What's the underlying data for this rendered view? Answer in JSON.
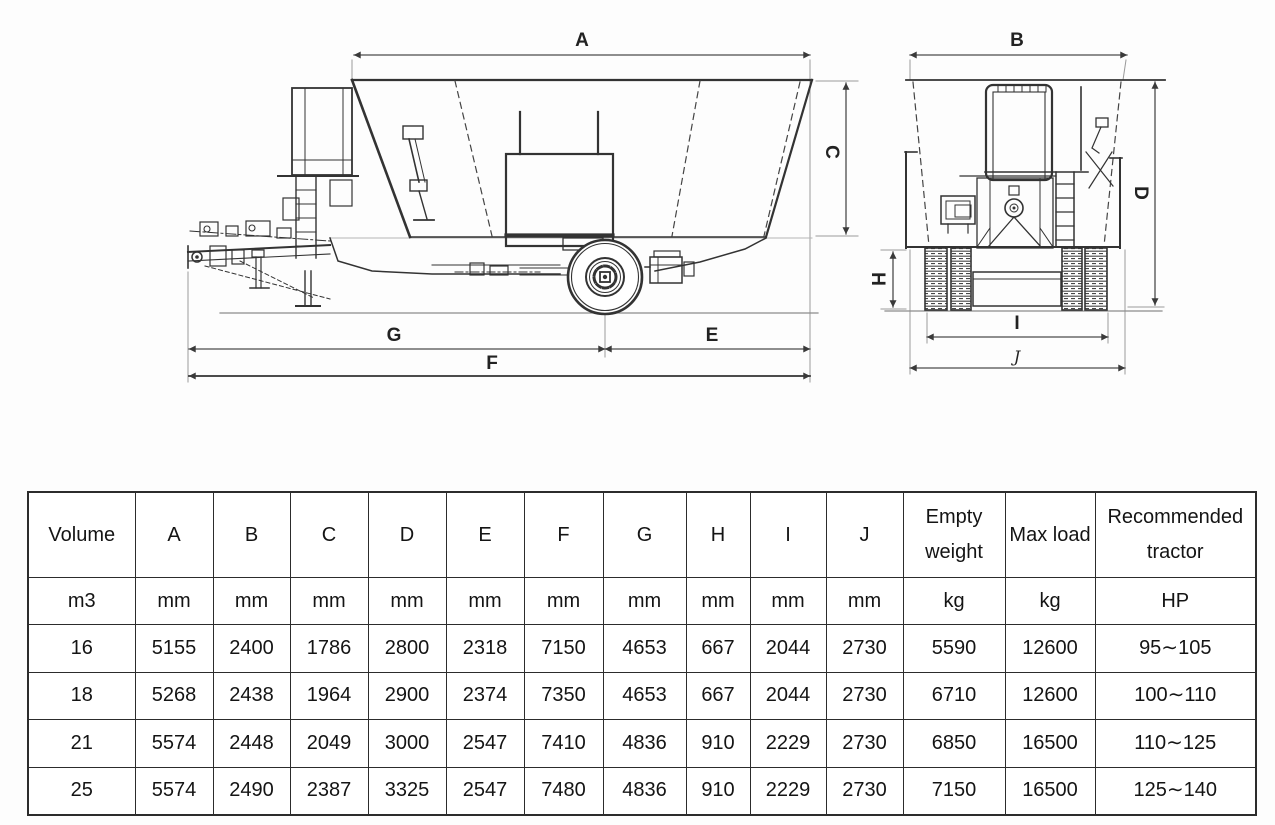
{
  "diagram": {
    "title": "vertical-feed-mixer-dimension-drawing",
    "labels": {
      "A": "A",
      "B": "B",
      "C": "C",
      "D": "D",
      "E": "E",
      "F": "F",
      "G": "G",
      "H": "H",
      "I": "I",
      "J": "J"
    }
  },
  "table": {
    "columns": [
      {
        "label": "Volume",
        "unit": "m3"
      },
      {
        "label": "A",
        "unit": "mm"
      },
      {
        "label": "B",
        "unit": "mm"
      },
      {
        "label": "C",
        "unit": "mm"
      },
      {
        "label": "D",
        "unit": "mm"
      },
      {
        "label": "E",
        "unit": "mm"
      },
      {
        "label": "F",
        "unit": "mm"
      },
      {
        "label": "G",
        "unit": "mm"
      },
      {
        "label": "H",
        "unit": "mm"
      },
      {
        "label": "I",
        "unit": "mm"
      },
      {
        "label": "J",
        "unit": "mm"
      },
      {
        "label": "Empty weight",
        "unit": "kg"
      },
      {
        "label": "Max load",
        "unit": "kg"
      },
      {
        "label": "Recommended tractor",
        "unit": "HP"
      }
    ],
    "rows": [
      [
        "16",
        "5155",
        "2400",
        "1786",
        "2800",
        "2318",
        "7150",
        "4653",
        "667",
        "2044",
        "2730",
        "5590",
        "12600",
        "95∼105"
      ],
      [
        "18",
        "5268",
        "2438",
        "1964",
        "2900",
        "2374",
        "7350",
        "4653",
        "667",
        "2044",
        "2730",
        "6710",
        "12600",
        "100∼110"
      ],
      [
        "21",
        "5574",
        "2448",
        "2049",
        "3000",
        "2547",
        "7410",
        "4836",
        "910",
        "2229",
        "2730",
        "6850",
        "16500",
        "110∼125"
      ],
      [
        "25",
        "5574",
        "2490",
        "2387",
        "3325",
        "2547",
        "7480",
        "4836",
        "910",
        "2229",
        "2730",
        "7150",
        "16500",
        "125∼140"
      ]
    ]
  },
  "colors": {
    "line": "#333333",
    "dim_line": "#4d4d4d",
    "ext_line": "#999999",
    "text": "#141414"
  }
}
